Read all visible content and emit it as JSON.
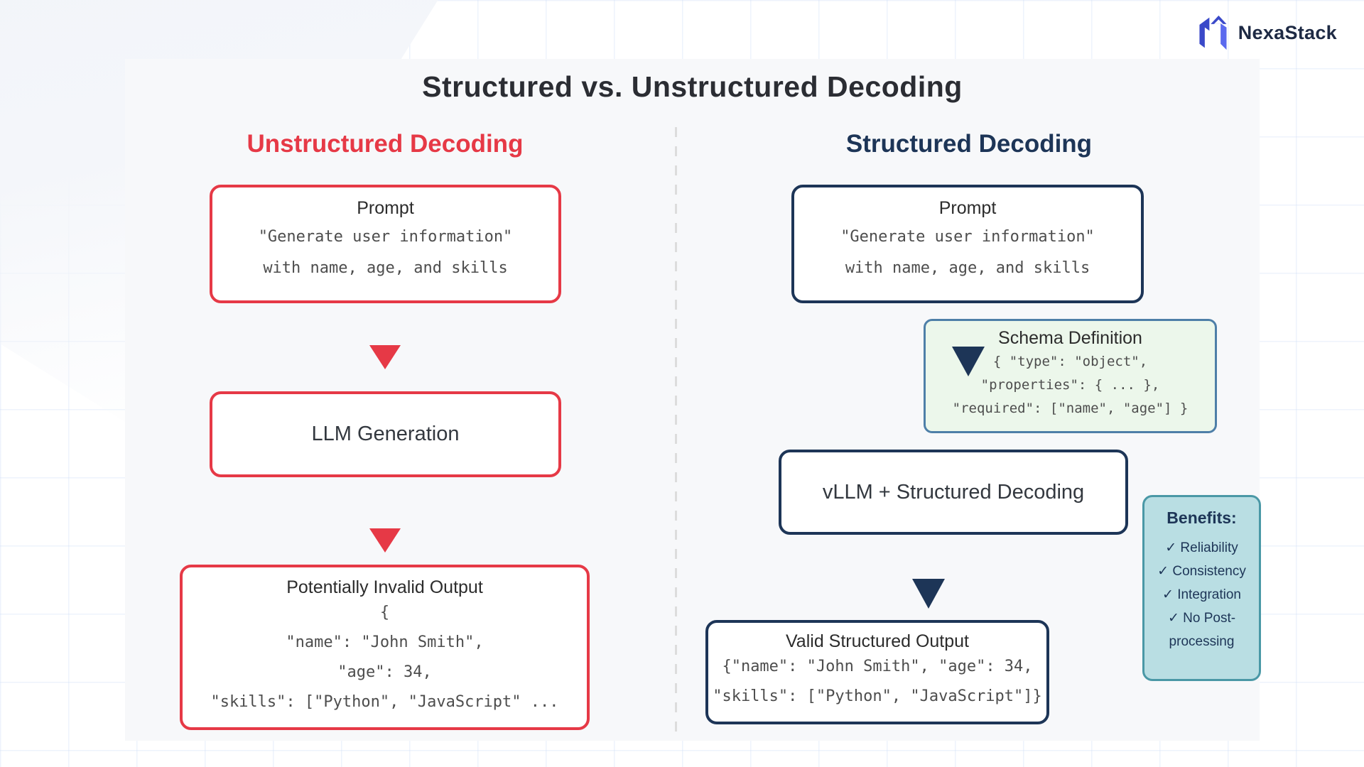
{
  "brand": {
    "name": "NexaStack"
  },
  "title": "Structured vs. Unstructured Decoding",
  "left": {
    "header": "Unstructured Decoding",
    "prompt": {
      "title": "Prompt",
      "lines": [
        "\"Generate user information\"",
        "with name, age, and skills"
      ]
    },
    "llm_box": "LLM Generation",
    "output": {
      "title": "Potentially Invalid Output",
      "lines": [
        "{",
        "\"name\": \"John Smith\",",
        "\"age\": 34,",
        "\"skills\": [\"Python\", \"JavaScript\" ..."
      ]
    }
  },
  "right": {
    "header": "Structured Decoding",
    "prompt": {
      "title": "Prompt",
      "lines": [
        "\"Generate user information\"",
        "with name, age, and skills"
      ]
    },
    "schema": {
      "title": "Schema Definition",
      "lines": [
        "{ \"type\": \"object\",",
        "\"properties\": { ... },",
        "\"required\": [\"name\", \"age\"] }"
      ]
    },
    "vllm_box": "vLLM + Structured Decoding",
    "benefits": {
      "title": "Benefits:",
      "items": [
        "✓ Reliability",
        "✓ Consistency",
        "✓ Integration",
        "✓ No Post-processing"
      ]
    },
    "output": {
      "title": "Valid Structured Output",
      "lines": [
        "{\"name\": \"John Smith\", \"age\": 34,",
        "\"skills\": [\"Python\", \"JavaScript\"]}"
      ]
    }
  },
  "colors": {
    "accent_red": "#e63946",
    "accent_navy": "#1d3557",
    "schema_bg": "#ecf7eb",
    "schema_border": "#4e7fa8",
    "benefits_bg": "#b9dee3",
    "benefits_border": "#4a98a6",
    "panel_bg": "#f7f8fa",
    "brand_dark_blue": "#3a49c9",
    "brand_light_blue": "#5a69ee",
    "mono_text": "#4d4d4d"
  }
}
